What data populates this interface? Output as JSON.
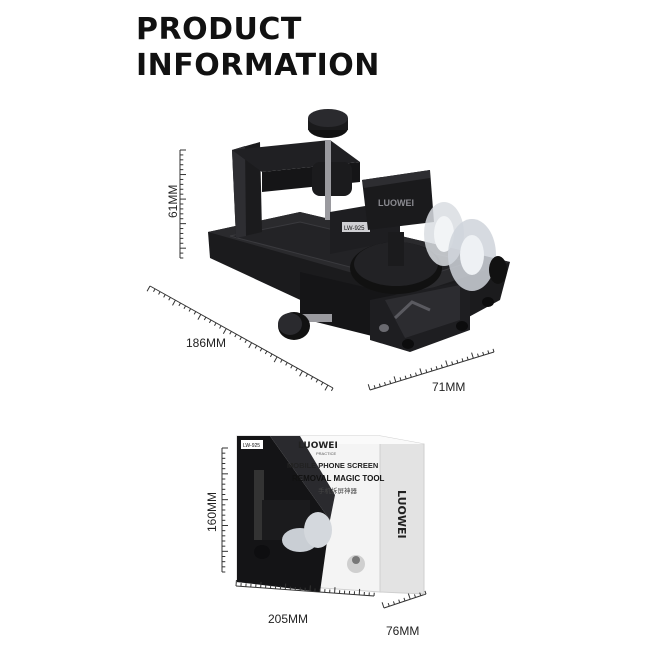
{
  "header": {
    "line1": "PRODUCT",
    "line2": "INFORMATION"
  },
  "dimensions": {
    "tool_height": "61MM",
    "tool_length": "186MM",
    "tool_width": "71MM",
    "box_height": "160MM",
    "box_length": "205MM",
    "box_width": "76MM"
  },
  "box": {
    "brand": "LUOWEI",
    "brand_sub": "PRACTICE",
    "title_line1": "MOBILE PHONE SCREEN",
    "title_line2": "REMOVAL MAGIC TOOL",
    "title_cn": "手机拆屏神器",
    "side_brand": "LUOWEI",
    "model": "LW-925"
  },
  "tool": {
    "brand": "LUOWEI",
    "model": "LW-925"
  },
  "colors": {
    "metal": "#1b1b1d",
    "metal_highlight": "#3a3a3e",
    "suction": "#d9dde2",
    "box_white": "#f4f4f4",
    "box_side": "#e3e3e3",
    "ruler": "#333333"
  }
}
